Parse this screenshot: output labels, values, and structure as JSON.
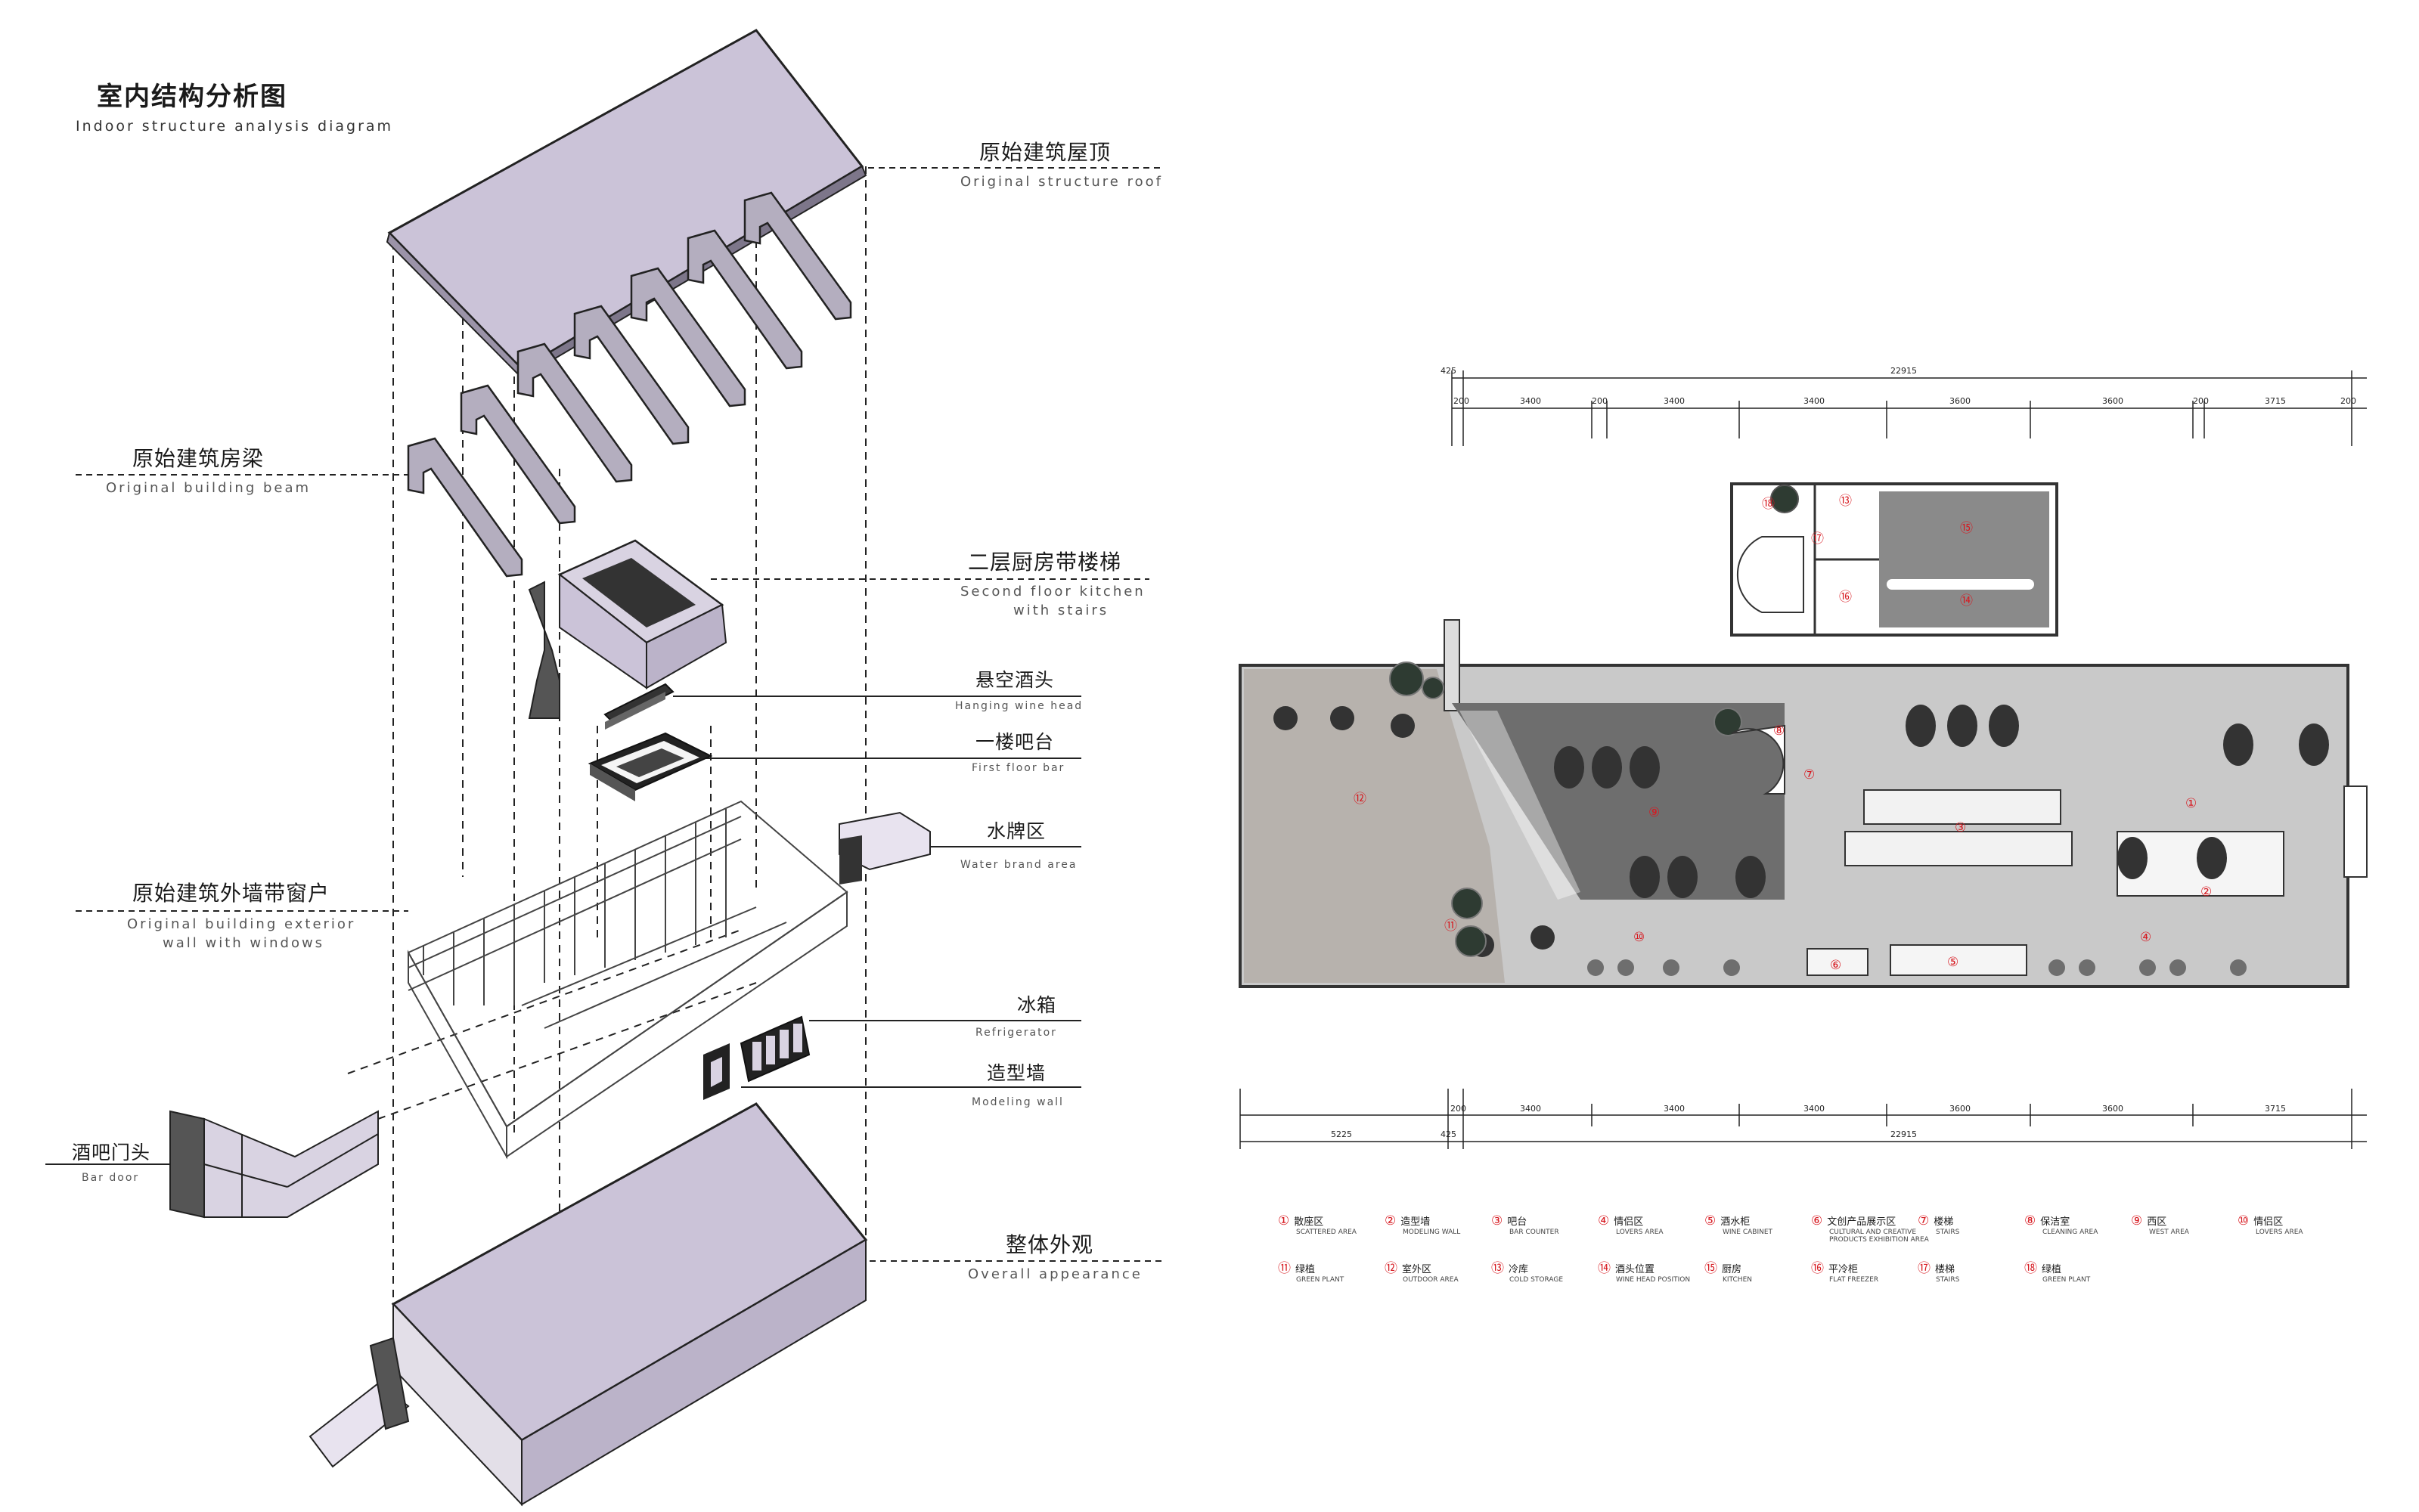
{
  "title": {
    "cn": "室内结构分析图",
    "en": "Indoor structure analysis diagram"
  },
  "labels": {
    "roof": {
      "cn": "原始建筑屋顶",
      "en": "Original structure roof"
    },
    "beam": {
      "cn": "原始建筑房梁",
      "en": "Original building beam"
    },
    "kitchen": {
      "cn": "二层厨房带楼梯",
      "en1": "Second floor kitchen",
      "en2": "with stairs"
    },
    "wine_head": {
      "cn": "悬空酒头",
      "en": "Hanging wine head"
    },
    "bar": {
      "cn": "一楼吧台",
      "en": "First floor bar"
    },
    "water": {
      "cn": "水牌区",
      "en": "Water brand area"
    },
    "wall": {
      "cn": "原始建筑外墙带窗户",
      "en1": "Original building exterior",
      "en2": "wall with windows"
    },
    "fridge": {
      "cn": "冰箱",
      "en": "Refrigerator"
    },
    "modeling": {
      "cn": "造型墙",
      "en": "Modeling wall"
    },
    "door": {
      "cn": "酒吧门头",
      "en": "Bar door"
    },
    "overall": {
      "cn": "整体外观",
      "en": "Overall appearance"
    }
  },
  "dimensions": {
    "top_total": "22915",
    "top_left": "425",
    "bottom_total": "22915",
    "bottom_left": "5225",
    "bottom_left2": "425",
    "seg_200": "200",
    "seg_3400": "3400",
    "seg_3600": "3600",
    "seg_3715": "3715"
  },
  "zones": [
    "①",
    "②",
    "③",
    "④",
    "⑤",
    "⑥",
    "⑦",
    "⑧",
    "⑨",
    "⑩",
    "⑪",
    "⑫",
    "⑬",
    "⑭",
    "⑮",
    "⑯",
    "⑰",
    "⑱"
  ],
  "legend": [
    {
      "num": "①",
      "cn": "散座区",
      "en": "SCATTERED AREA"
    },
    {
      "num": "②",
      "cn": "造型墙",
      "en": "MODELING WALL"
    },
    {
      "num": "③",
      "cn": "吧台",
      "en": "BAR COUNTER"
    },
    {
      "num": "④",
      "cn": "情侣区",
      "en": "LOVERS AREA"
    },
    {
      "num": "⑤",
      "cn": "酒水柜",
      "en": "WINE CABINET"
    },
    {
      "num": "⑥",
      "cn": "文创产品展示区",
      "en": "CULTURAL AND CREATIVE",
      "en2": "PRODUCTS EXHIBITION AREA"
    },
    {
      "num": "⑦",
      "cn": "楼梯",
      "en": "STAIRS"
    },
    {
      "num": "⑧",
      "cn": "保洁室",
      "en": "CLEANING AREA"
    },
    {
      "num": "⑨",
      "cn": "西区",
      "en": "WEST AREA"
    },
    {
      "num": "⑩",
      "cn": "情侣区",
      "en": "LOVERS AREA"
    },
    {
      "num": "⑪",
      "cn": "绿植",
      "en": "GREEN PLANT"
    },
    {
      "num": "⑫",
      "cn": "室外区",
      "en": "OUTDOOR AREA"
    },
    {
      "num": "⑬",
      "cn": "冷库",
      "en": "COLD STORAGE"
    },
    {
      "num": "⑭",
      "cn": "酒头位置",
      "en": "WINE HEAD POSITION"
    },
    {
      "num": "⑮",
      "cn": "厨房",
      "en": "KITCHEN"
    },
    {
      "num": "⑯",
      "cn": "平冷柜",
      "en": "FLAT FREEZER"
    },
    {
      "num": "⑰",
      "cn": "楼梯",
      "en": "STAIRS"
    },
    {
      "num": "⑱",
      "cn": "绿植",
      "en": "GREEN PLANT"
    }
  ],
  "colors": {
    "roof_fill": "#cbc3d8",
    "plan_floor": "#c9c9c9",
    "dark_floor": "#6e6e6e",
    "accent_red": "#d71920"
  }
}
